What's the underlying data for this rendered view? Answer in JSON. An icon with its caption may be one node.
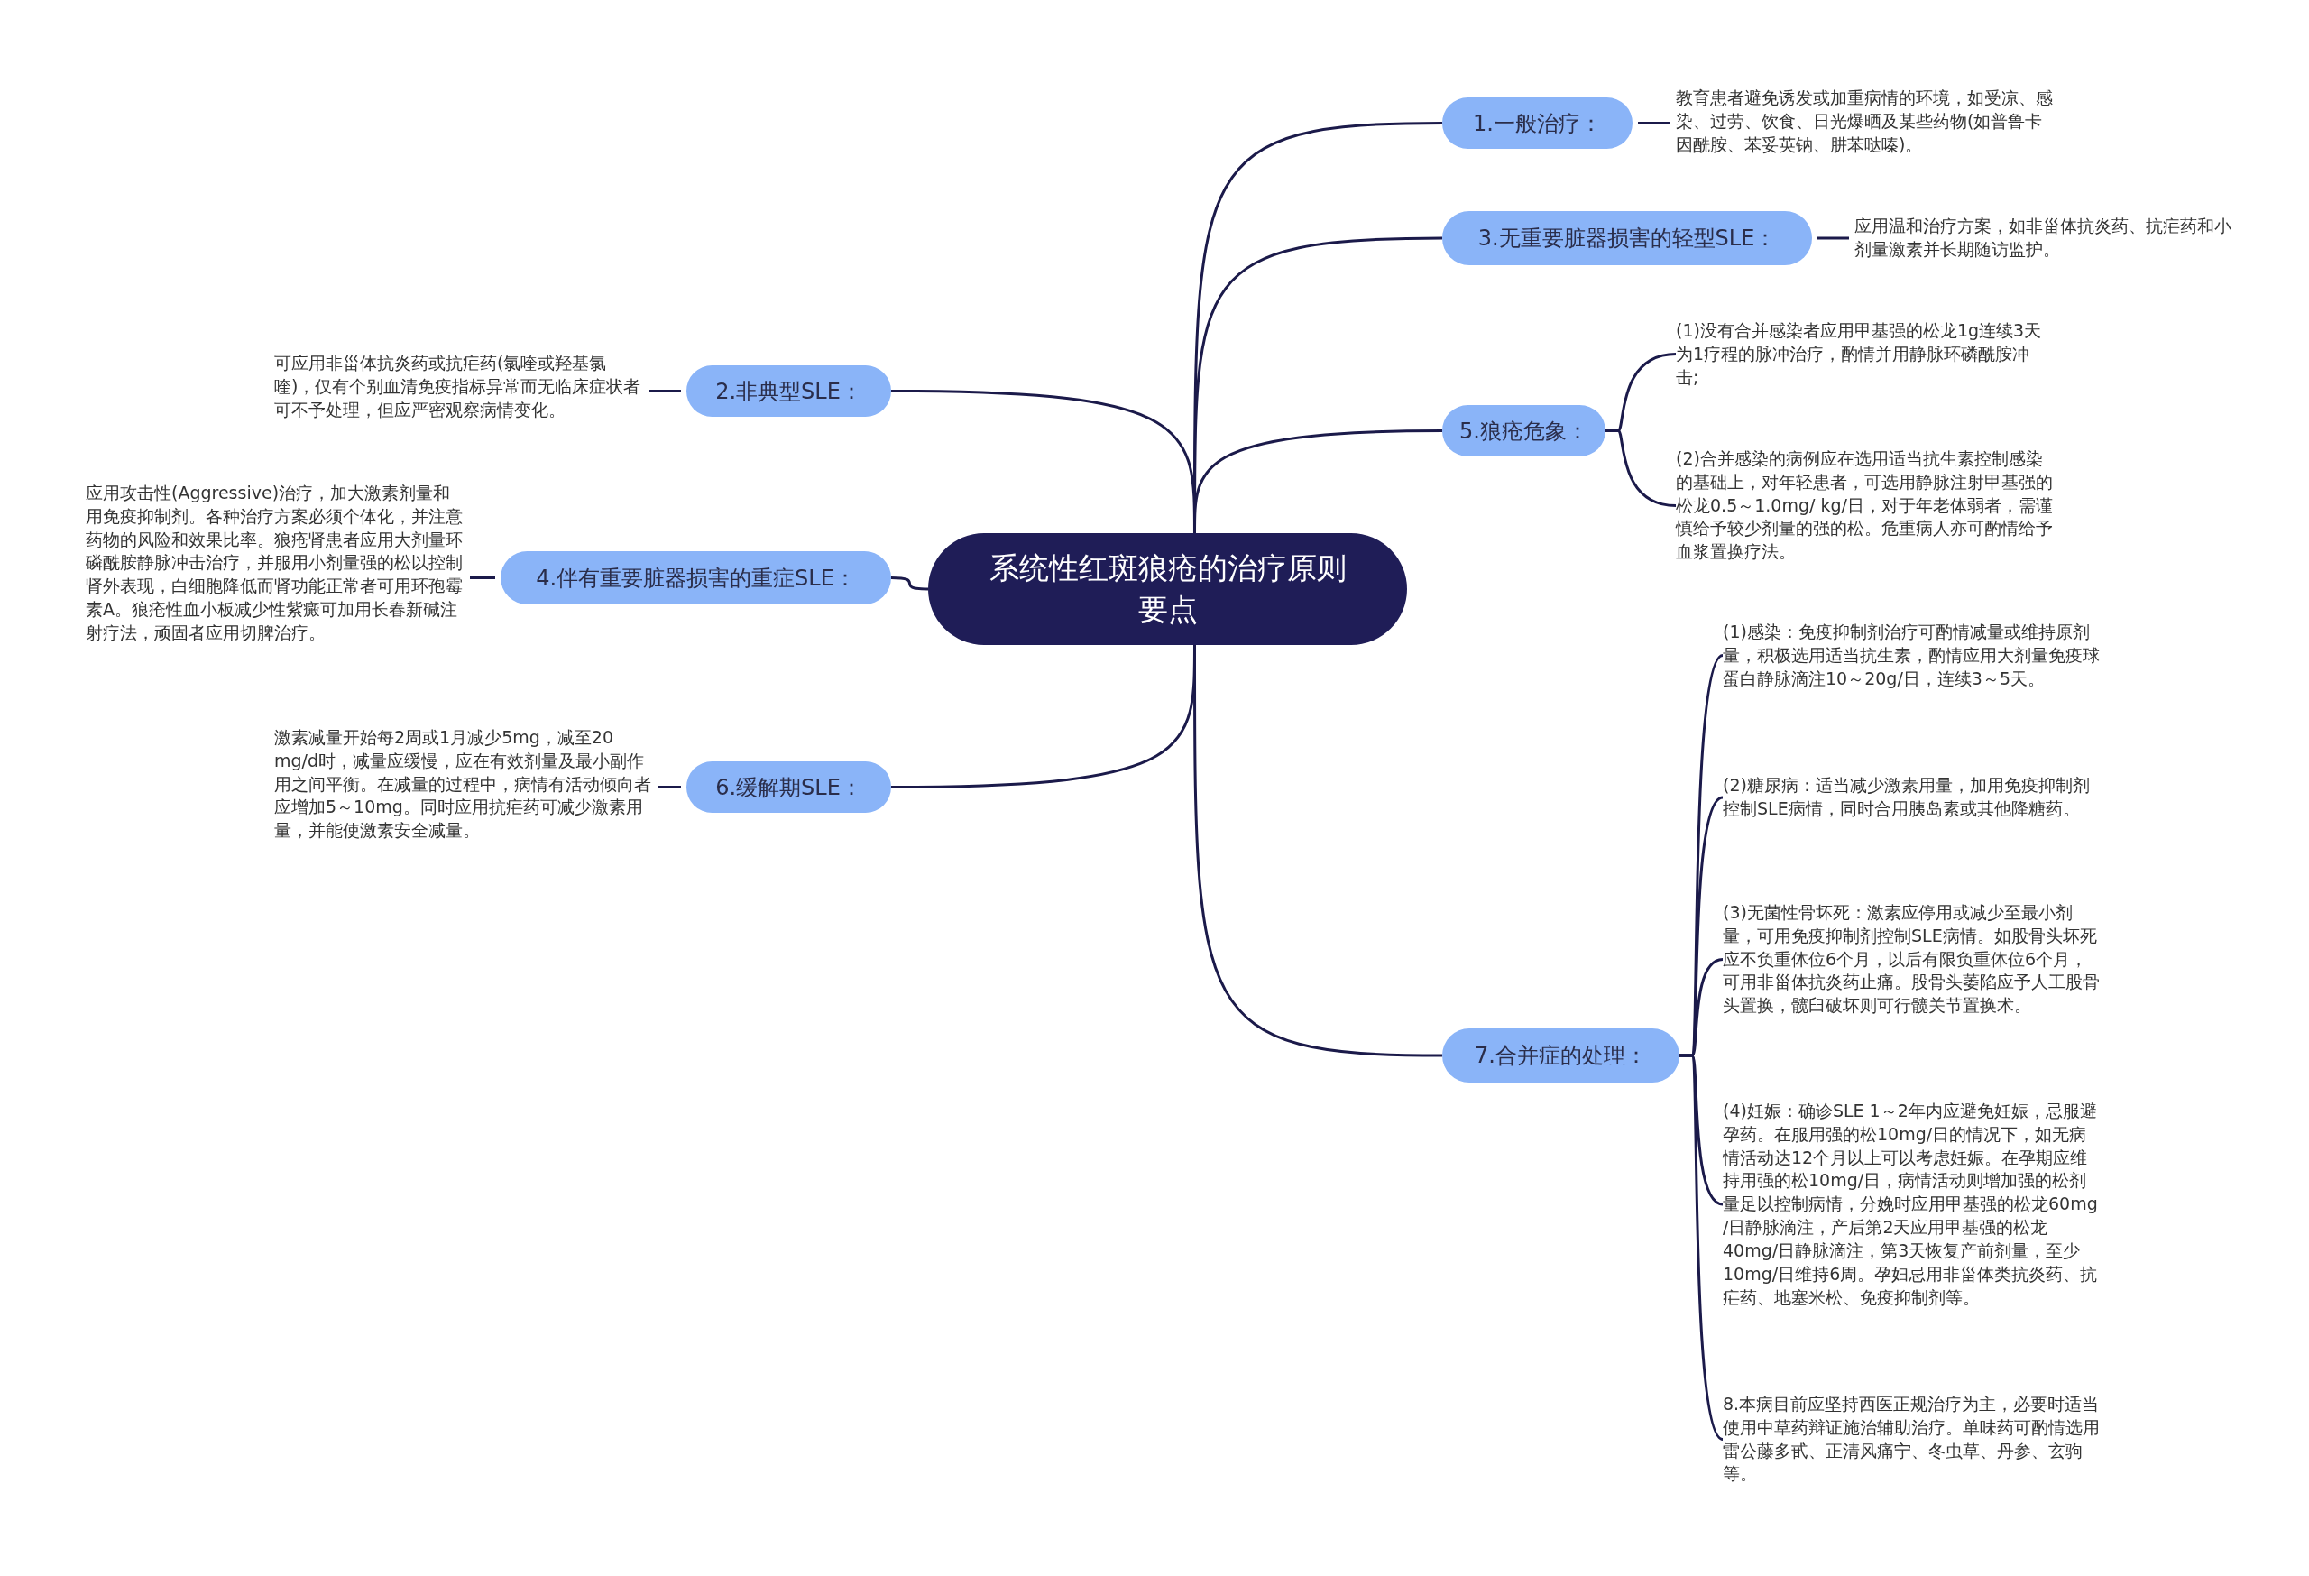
{
  "diagram": {
    "nodes": [
      {
        "text": [
          "系统性红斑狼疮的治疗原则要点"
        ]
      },
      {
        "text": [
          "1.一般治疗："
        ]
      },
      {
        "text": [
          "教育患者避免诱发或加重病情的环境，如受凉、感染、过劳、饮食、日光爆晒及某些药物(如普鲁卡因酰胺、苯妥英钠、肼苯哒嗪)。"
        ]
      },
      {
        "text": [
          "2.非典型SLE："
        ]
      },
      {
        "text": [
          "可应用非甾体抗炎药或抗疟药(氯喹或羟基氯喹)，仅有个别血清免疫指标异常而无临床症状者可不予处理，但应严密观察病情变化。"
        ]
      },
      {
        "text": [
          "3.无重要脏器损害的轻型SLE："
        ]
      },
      {
        "text": [
          "应用温和治疗方案，如非甾体抗炎药、抗疟药和小剂量激素并长期随访监护。"
        ]
      },
      {
        "text": [
          "4.伴有重要脏器损害的重症SLE："
        ]
      },
      {
        "text": [
          "应用攻击性(Aggressive)治疗，加大激素剂量和用免疫抑制剂。各种治疗方案必须个体化，并注意药物的风险和效果比率。狼疮肾患者应用大剂量环磷酰胺静脉冲击治疗，并服用小剂量强的松以控制肾外表现，白细胞降低而肾功能正常者可用环孢霉素A。狼疮性血小板减少性紫癜可加用长春新碱注射疗法，顽固者应用切脾治疗。"
        ]
      },
      {
        "text": [
          "5.狼疮危象："
        ]
      },
      {
        "text": [
          "(1)没有合并感染者应用甲基强的松龙1g连续3天为1疗程的脉冲治疗，酌情并用静脉环磷酰胺冲击;"
        ]
      },
      {
        "text": [
          "(2)合并感染的病例应在选用适当抗生素控制感染的基础上，对年轻患者，可选用静脉注射甲基强的松龙0.5～1.0mg/ kg/日，对于年老体弱者，需谨慎给予较少剂量的强的松。危重病人亦可酌情给予血浆置换疗法。"
        ]
      },
      {
        "text": [
          "6.缓解期SLE："
        ]
      },
      {
        "text": [
          "激素减量开始每2周或1月减少5mg，减至20 mg/d时，减量应缓慢，应在有效剂量及最小副作用之间平衡。在减量的过程中，病情有活动倾向者应增加5～10mg。同时应用抗疟药可减少激素用量，并能使激素安全减量。"
        ]
      },
      {
        "text": [
          "7.合并症的处理："
        ]
      },
      {
        "text": [
          "(1)感染：免疫抑制剂治疗可酌情减量或维持原剂量，积极选用适当抗生素，酌情应用大剂量免疫球蛋白静脉滴注10～20g/日，连续3～5天。"
        ]
      },
      {
        "text": [
          "(2)糖尿病：适当减少激素用量，加用免疫抑制剂控制SLE病情，同时合用胰岛素或其他降糖药。"
        ]
      },
      {
        "text": [
          "(3)无菌性骨坏死：激素应停用或减少至最小剂量，可用免疫抑制剂控制SLE病情。如股骨头坏死应不负重体位6个月，以后有限负重体位6个月，可用非甾体抗炎药止痛。股骨头萎陷应予人工股骨头置换，髋臼破坏则可行髋关节置换术。"
        ]
      },
      {
        "text": [
          "(4)妊娠：确诊SLE 1～2年内应避免妊娠，忌服避孕药。在服用强的松10mg/日的情况下，如无病情活动达12个月以上可以考虑妊娠。在孕期应维持用强的松10mg/日，病情活动则增加强的松剂量足以控制病情，分娩时应用甲基强的松龙60mg /日静脉滴注，产后第2天应用甲基强的松龙40mg/日静脉滴注，第3天恢复产前剂量，至少10mg/日维持6周。孕妇忌用非甾体类抗炎药、抗疟药、地塞米松、免疫抑制剂等。"
        ]
      },
      {
        "text": [
          "8.本病目前应坚持西医正规治疗为主，必要时适当使用中草药辩证施治辅助治疗。单味药可酌情选用雷公藤多甙、正清风痛宁、冬虫草、丹参、玄驹等。"
        ]
      }
    ],
    "edges": [
      {
        "from": 0,
        "to": 1,
        "arrow": "none"
      },
      {
        "from": 1,
        "to": 2,
        "arrow": "none"
      },
      {
        "from": 0,
        "to": 3,
        "arrow": "none"
      },
      {
        "from": 3,
        "to": 4,
        "arrow": "none"
      },
      {
        "from": 0,
        "to": 5,
        "arrow": "none"
      },
      {
        "from": 5,
        "to": 6,
        "arrow": "none"
      },
      {
        "from": 0,
        "to": 7,
        "arrow": "none"
      },
      {
        "from": 7,
        "to": 8,
        "arrow": "none"
      },
      {
        "from": 0,
        "to": 9,
        "arrow": "none"
      },
      {
        "from": 9,
        "to": 10,
        "arrow": "none"
      },
      {
        "from": 9,
        "to": 11,
        "arrow": "none"
      },
      {
        "from": 0,
        "to": 12,
        "arrow": "none"
      },
      {
        "from": 12,
        "to": 13,
        "arrow": "none"
      },
      {
        "from": 0,
        "to": 14,
        "arrow": "none"
      },
      {
        "from": 14,
        "to": 15,
        "arrow": "none"
      },
      {
        "from": 14,
        "to": 16,
        "arrow": "none"
      },
      {
        "from": 14,
        "to": 17,
        "arrow": "none"
      },
      {
        "from": 14,
        "to": 18,
        "arrow": "none"
      },
      {
        "from": 14,
        "to": 19,
        "arrow": "none"
      }
    ]
  }
}
